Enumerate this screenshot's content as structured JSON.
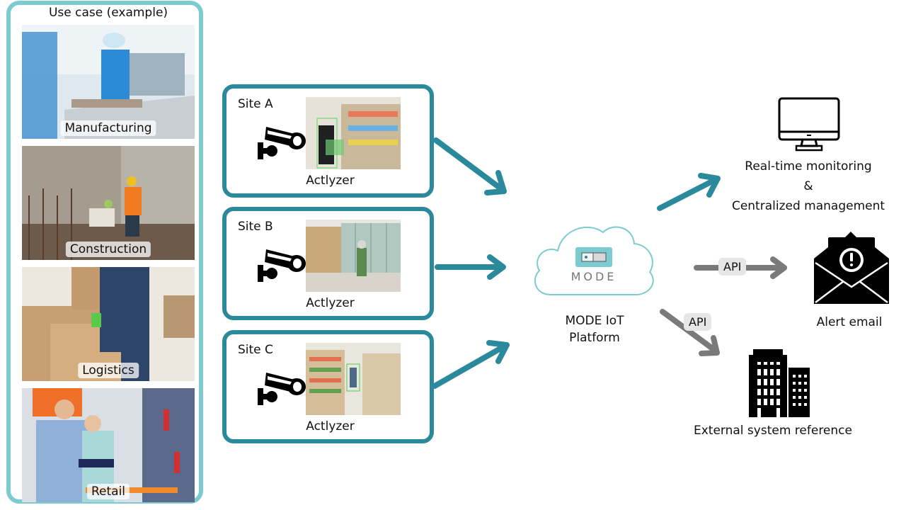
{
  "usecase": {
    "title": "Use case (example)",
    "items": [
      {
        "label": "Manufacturing"
      },
      {
        "label": "Construction"
      },
      {
        "label": "Logistics"
      },
      {
        "label": "Retail"
      }
    ]
  },
  "sites": [
    {
      "title": "Site A",
      "label": "Actlyzer"
    },
    {
      "title": "Site B",
      "label": "Actlyzer"
    },
    {
      "title": "Site C",
      "label": "Actlyzer"
    }
  ],
  "platform": {
    "logo_text": "MODE",
    "label_line1": "MODE IoT",
    "label_line2": "Platform"
  },
  "outputs": {
    "monitoring_line1": "Real-time monitoring",
    "monitoring_line2": "&",
    "monitoring_line3": "Centralized management",
    "api_label_1": "API",
    "api_label_2": "API",
    "alert_label": "Alert email",
    "external_label": "External system reference"
  },
  "colors": {
    "panel_border": "#7ccbd0",
    "site_border": "#2a8a9b",
    "arrow_teal": "#2a8a9b",
    "arrow_gray": "#7a7a7a"
  }
}
